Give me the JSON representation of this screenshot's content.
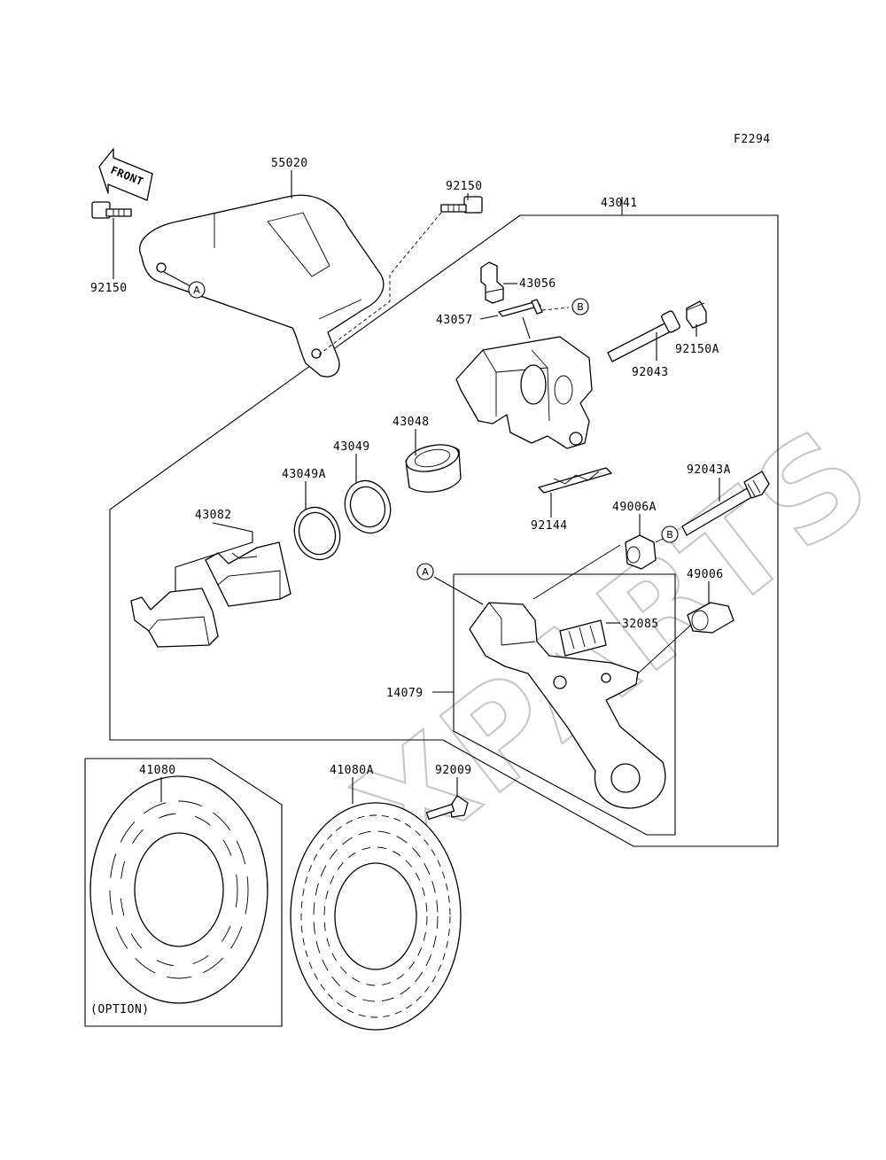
{
  "figure_code": "F2294",
  "front_arrow_text": "FRONT",
  "option_text": "(OPTION)",
  "watermark_text": "XPARTS",
  "ref_marks": {
    "a": "A",
    "b": "B"
  },
  "labels": {
    "p55020": "55020",
    "p92150_top": "92150",
    "p92150_left": "92150",
    "p43041": "43041",
    "p43056": "43056",
    "p43057": "43057",
    "p92043": "92043",
    "p92150A": "92150A",
    "p43048": "43048",
    "p43049": "43049",
    "p43049A": "43049A",
    "p43082": "43082",
    "p92144": "92144",
    "p92043A": "92043A",
    "p49006A": "49006A",
    "p49006": "49006",
    "p32085": "32085",
    "p14079": "14079",
    "p41080": "41080",
    "p41080A": "41080A",
    "p92009": "92009"
  }
}
